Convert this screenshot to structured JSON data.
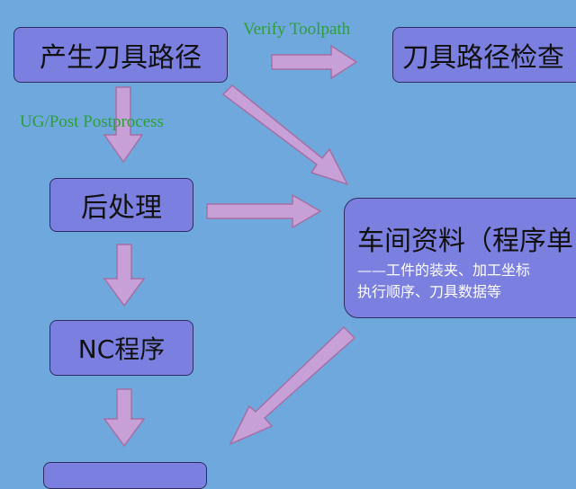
{
  "nodes": {
    "generate_toolpath": "产生刀具路径",
    "check_toolpath": "刀具路径检查",
    "post_processing": "后处理",
    "nc_program": "NC程序",
    "workshop_docs_title": "车间资料（程序单",
    "workshop_docs_line1": "——工件的装夹、加工坐标",
    "workshop_docs_line2": "执行顺序、刀具数据等"
  },
  "edge_labels": {
    "verify": "Verify Toolpath",
    "post": "UG/Post Postprocess"
  },
  "colors": {
    "background": "#6fa8dc",
    "box_fill": "#7b7fe0",
    "arrow_fill": "#c8a0d8",
    "label_green": "#2e9e3a"
  }
}
